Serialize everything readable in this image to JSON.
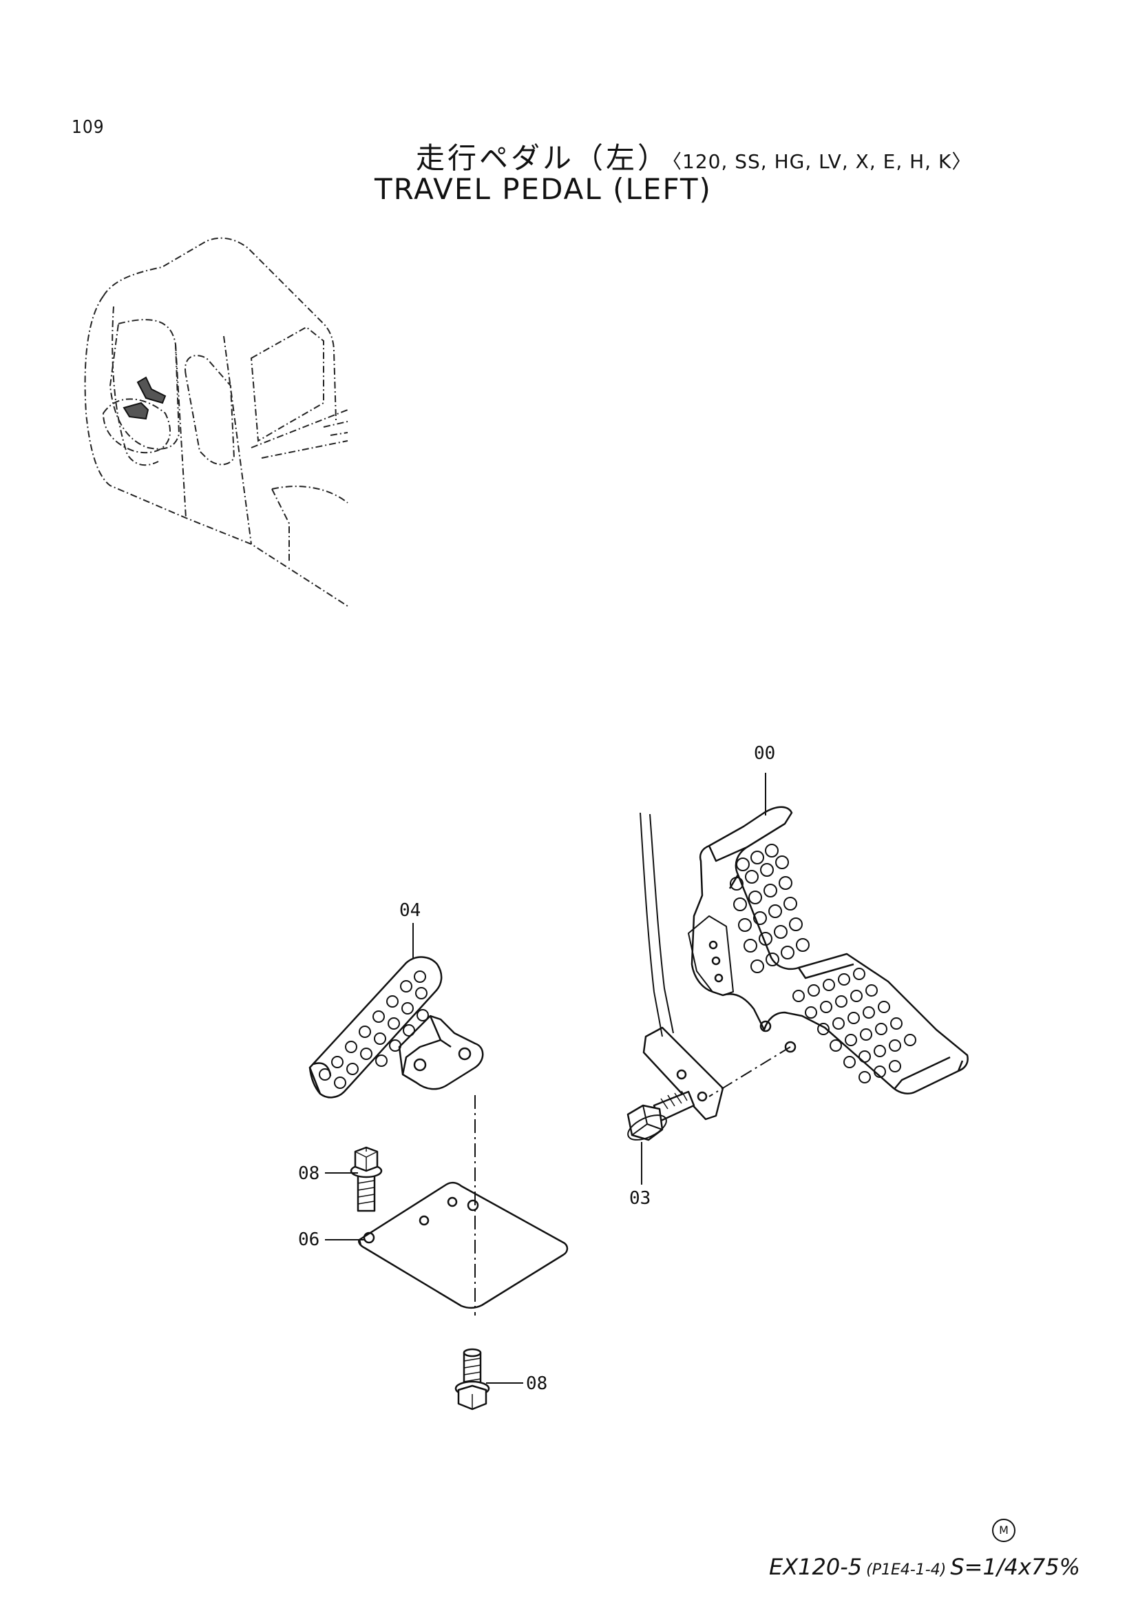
{
  "page": {
    "number": "109",
    "title_jp": "走行ペダル（左）",
    "title_variants": "〈120, SS, HG, LV, X, E, H, K〉",
    "title_en": "TRAVEL  PEDAL  (LEFT)"
  },
  "callouts": {
    "p00": "00",
    "p03": "03",
    "p04": "04",
    "p06": "06",
    "p08a": "08",
    "p08b": "08"
  },
  "footer": {
    "mark": "M",
    "model": "EX120-5",
    "code": "(P1E4-1-4)",
    "scale": "S=1/4x75%"
  }
}
